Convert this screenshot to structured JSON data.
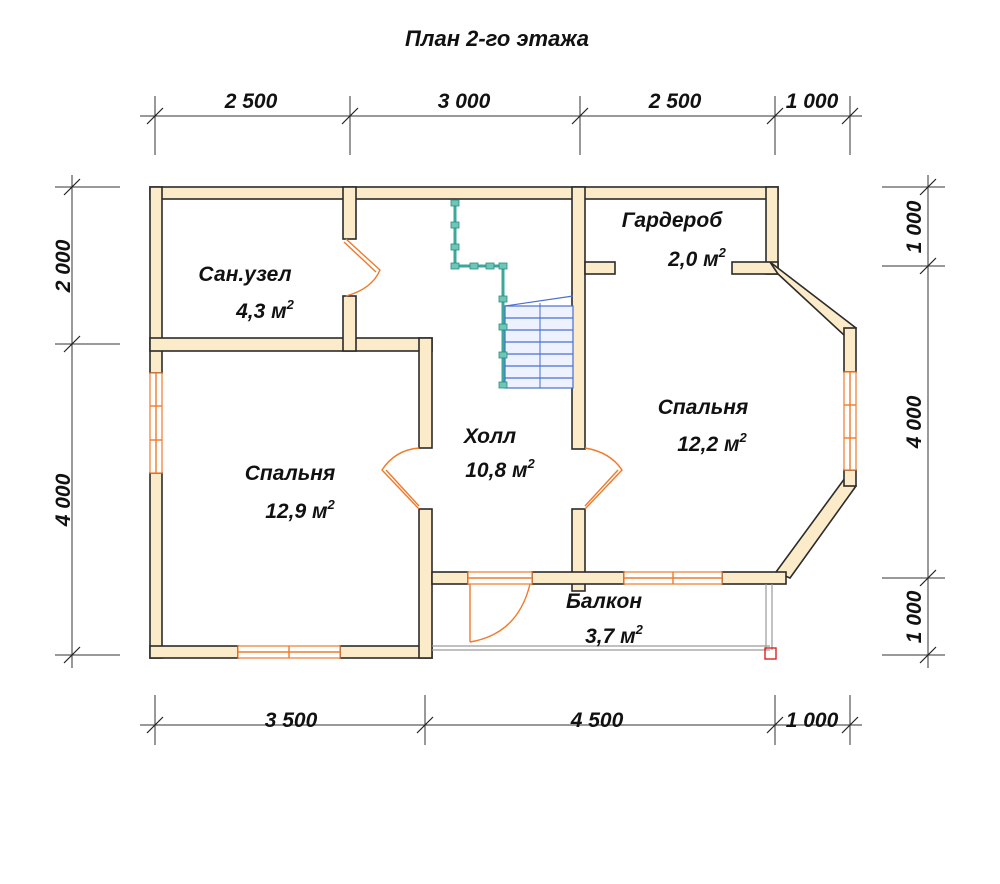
{
  "title": "План 2-го этажа",
  "dimensions": {
    "top": [
      "2 500",
      "3 000",
      "2 500",
      "1 000"
    ],
    "bottom": [
      "3 500",
      "4 500",
      "1 000"
    ],
    "left": [
      "2 000",
      "4 000"
    ],
    "right": [
      "1 000",
      "4 000",
      "1 000"
    ]
  },
  "rooms": [
    {
      "name": "Сан.узел",
      "area": "4,3 м",
      "unit_sup": "2"
    },
    {
      "name": "Холл",
      "area": "10,8 м",
      "unit_sup": "2"
    },
    {
      "name": "Гардероб",
      "area": "2,0 м",
      "unit_sup": "2"
    },
    {
      "name": "Спальня",
      "area": "12,9 м",
      "unit_sup": "2"
    },
    {
      "name": "Спальня",
      "area": "12,2 м",
      "unit_sup": "2"
    },
    {
      "name": "Балкон",
      "area": "3,7 м",
      "unit_sup": "2"
    }
  ],
  "colors": {
    "wall_fill": "#fbebc9",
    "wall_stroke": "#2b2b2b",
    "door_window": "#f07a2a",
    "stair": "#4a6fd0",
    "railing": "#3aa89a",
    "marker": "#e02020"
  }
}
